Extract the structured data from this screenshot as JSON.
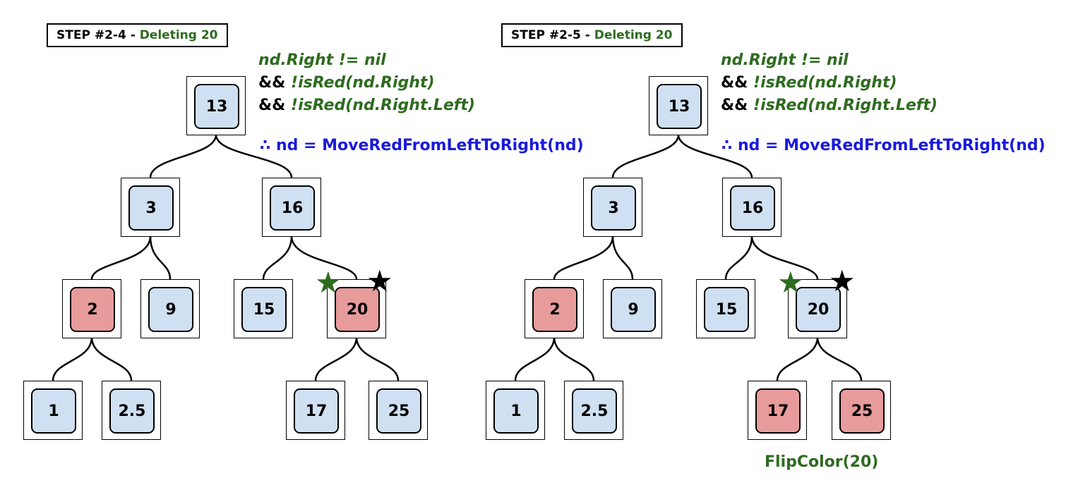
{
  "panels": {
    "left": {
      "step_title": "STEP #2-4",
      "step_sep": " - ",
      "step_action": "Deleting 20",
      "cond_line1": "nd.Right != nil",
      "cond_amp": "&&",
      "cond_line2": "!isRed(nd.Right)",
      "cond_line3": "!isRed(nd.Right.Left)",
      "result": "∴ nd = MoveRedFromLeftToRight(nd)",
      "nodes": {
        "n13": {
          "label": "13",
          "color": "blue"
        },
        "n3": {
          "label": "3",
          "color": "blue"
        },
        "n16": {
          "label": "16",
          "color": "blue"
        },
        "n2": {
          "label": "2",
          "color": "red"
        },
        "n9": {
          "label": "9",
          "color": "blue"
        },
        "n15": {
          "label": "15",
          "color": "blue"
        },
        "n20": {
          "label": "20",
          "color": "red"
        },
        "n1": {
          "label": "1",
          "color": "blue"
        },
        "n25a": {
          "label": "2.5",
          "color": "blue"
        },
        "n17": {
          "label": "17",
          "color": "blue"
        },
        "n25": {
          "label": "25",
          "color": "blue"
        }
      }
    },
    "right": {
      "step_title": "STEP #2-5",
      "step_sep": " - ",
      "step_action": "Deleting 20",
      "cond_line1": "nd.Right != nil",
      "cond_amp": "&&",
      "cond_line2": "!isRed(nd.Right)",
      "cond_line3": "!isRed(nd.Right.Left)",
      "result": "∴ nd = MoveRedFromLeftToRight(nd)",
      "footer": "FlipColor(20)",
      "nodes": {
        "n13": {
          "label": "13",
          "color": "blue"
        },
        "n3": {
          "label": "3",
          "color": "blue"
        },
        "n16": {
          "label": "16",
          "color": "blue"
        },
        "n2": {
          "label": "2",
          "color": "red"
        },
        "n9": {
          "label": "9",
          "color": "blue"
        },
        "n15": {
          "label": "15",
          "color": "blue"
        },
        "n20": {
          "label": "20",
          "color": "blue"
        },
        "n1": {
          "label": "1",
          "color": "blue"
        },
        "n25a": {
          "label": "2.5",
          "color": "blue"
        },
        "n17": {
          "label": "17",
          "color": "red"
        },
        "n25": {
          "label": "25",
          "color": "red"
        }
      }
    }
  },
  "colors": {
    "blue_node": "#cfe0f2",
    "red_node": "#e89b9b",
    "green_text": "#2e6b1f",
    "blue_text": "#1a1adc"
  },
  "icons": {
    "green_star": "green-star-icon",
    "black_star": "black-star-icon"
  }
}
